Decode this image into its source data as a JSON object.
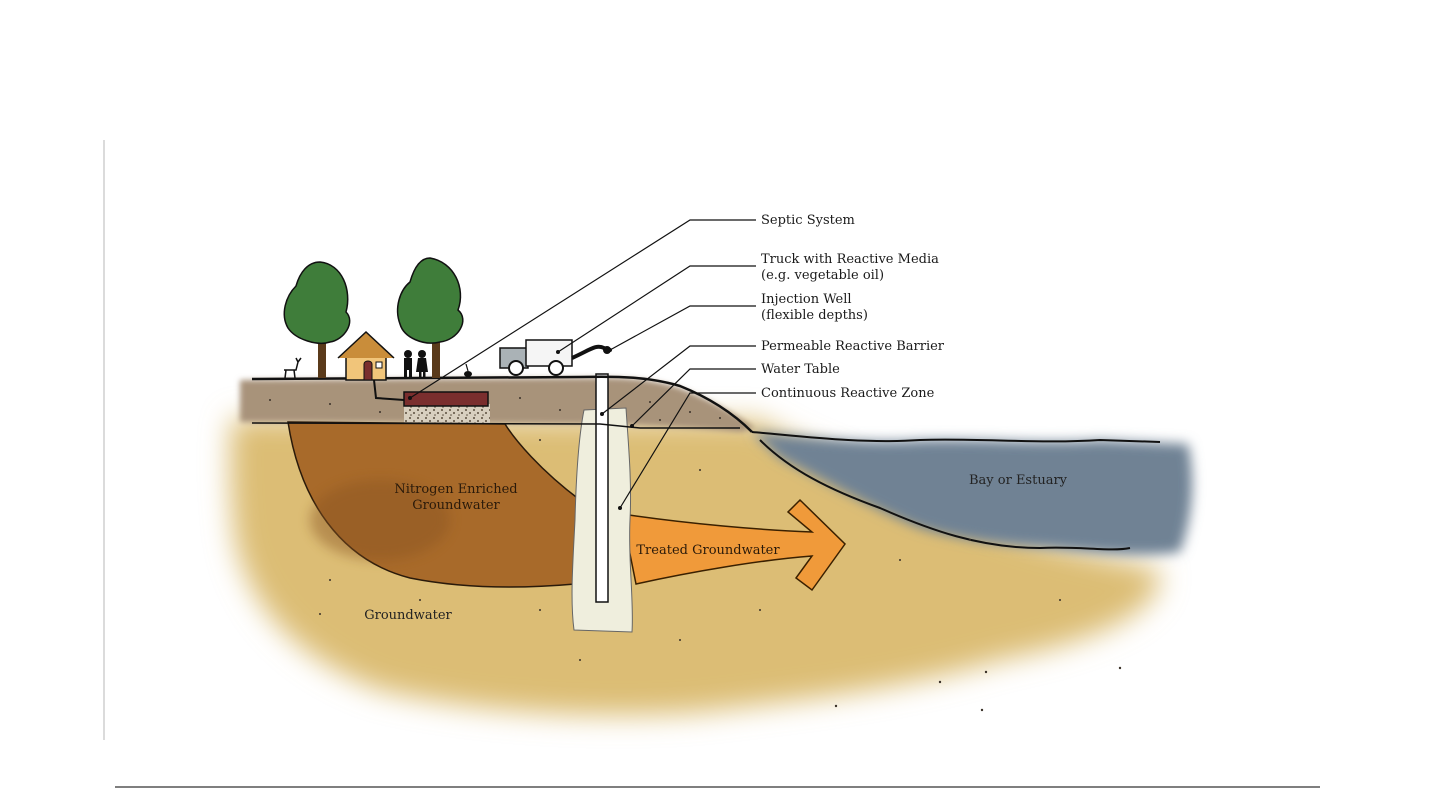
{
  "callouts": {
    "septic_system": "Septic System",
    "truck_line1": "Truck with Reactive Media",
    "truck_line2": "(e.g. vegetable oil)",
    "well_line1": "Injection Well",
    "well_line2": "(flexible depths)",
    "barrier": "Permeable Reactive Barrier",
    "water_table": "Water Table",
    "reactive_zone": "Continuous Reactive Zone"
  },
  "regions": {
    "nitrogen_line1": "Nitrogen Enriched",
    "nitrogen_line2": "Groundwater",
    "treated": "Treated Groundwater",
    "groundwater": "Groundwater",
    "bay": "Bay or Estuary"
  },
  "colors": {
    "sand": "#dcbd74",
    "soil": "#a8937a",
    "plume": "#a86a2a",
    "arrow": "#f09a3a",
    "bay": "#6f8294",
    "barrier": "#efeedd",
    "tree": "#3f7d3a"
  }
}
